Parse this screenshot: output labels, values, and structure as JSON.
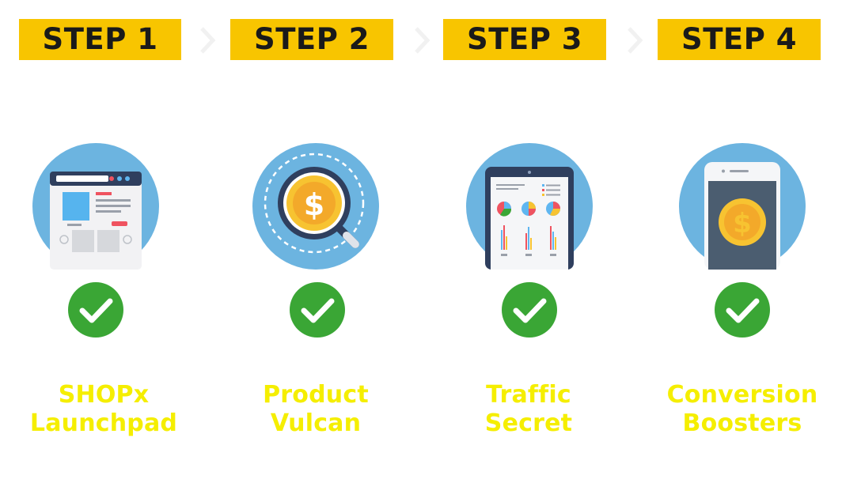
{
  "steps": [
    {
      "label": "STEP 1",
      "caption_line1": "SHOPx",
      "caption_line2": "Launchpad",
      "icon": "browser-window-icon"
    },
    {
      "label": "STEP 2",
      "caption_line1": "Product",
      "caption_line2": "Vulcan",
      "icon": "magnifier-dollar-icon"
    },
    {
      "label": "STEP 3",
      "caption_line1": "Traffic",
      "caption_line2": "Secret",
      "icon": "tablet-analytics-icon"
    },
    {
      "label": "STEP 4",
      "caption_line1": "Conversion",
      "caption_line2": "Boosters",
      "icon": "phone-dollar-icon"
    }
  ],
  "colors": {
    "badge": "#f8c500",
    "badge_text": "#1a1a1a",
    "caption": "#f5ee00",
    "circle": "#6cb4e0",
    "check": "#3aa635",
    "coin": "#f7c331"
  }
}
